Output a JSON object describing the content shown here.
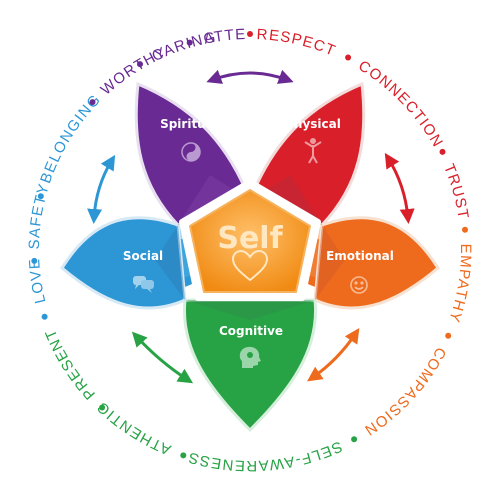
{
  "center": {
    "label": "Self",
    "icon": "heart-icon"
  },
  "petals": [
    {
      "key": "spiritual",
      "label": "Spiritual",
      "icon": "yin-yang-icon",
      "color": "#6a2a93"
    },
    {
      "key": "physical",
      "label": "Physical",
      "icon": "person-icon",
      "color": "#d9202a"
    },
    {
      "key": "emotional",
      "label": "Emotional",
      "icon": "smiley-icon",
      "color": "#ee6a1d"
    },
    {
      "key": "cognitive",
      "label": "Cognitive",
      "icon": "head-gear-icon",
      "color": "#27a245"
    },
    {
      "key": "social",
      "label": "Social",
      "icon": "speech-bubbles-icon",
      "color": "#2d97d6"
    }
  ],
  "ring_words": [
    {
      "text": "RESPECT",
      "color": "#d9202a"
    },
    {
      "text": "CONNECTION",
      "color": "#d9202a"
    },
    {
      "text": "TRUST",
      "color": "#d9202a"
    },
    {
      "text": "EMPATHY",
      "color": "#ee6a1d"
    },
    {
      "text": "COMPASSION",
      "color": "#ee6a1d"
    },
    {
      "text": "SELF-AWARENESS",
      "color": "#27a245"
    },
    {
      "text": "ATHENTIC",
      "color": "#27a245"
    },
    {
      "text": "PRESENT",
      "color": "#27a245"
    },
    {
      "text": "LOVE",
      "color": "#2d97d6"
    },
    {
      "text": "SAFETY",
      "color": "#2d97d6"
    },
    {
      "text": "BELONGING",
      "color": "#2d97d6"
    },
    {
      "text": "WORTHY",
      "color": "#6a2a93"
    },
    {
      "text": "CARING",
      "color": "#6a2a93"
    },
    {
      "text": "ATTENTIVE",
      "color": "#6a2a93"
    }
  ],
  "center_color": "#f39a1e"
}
